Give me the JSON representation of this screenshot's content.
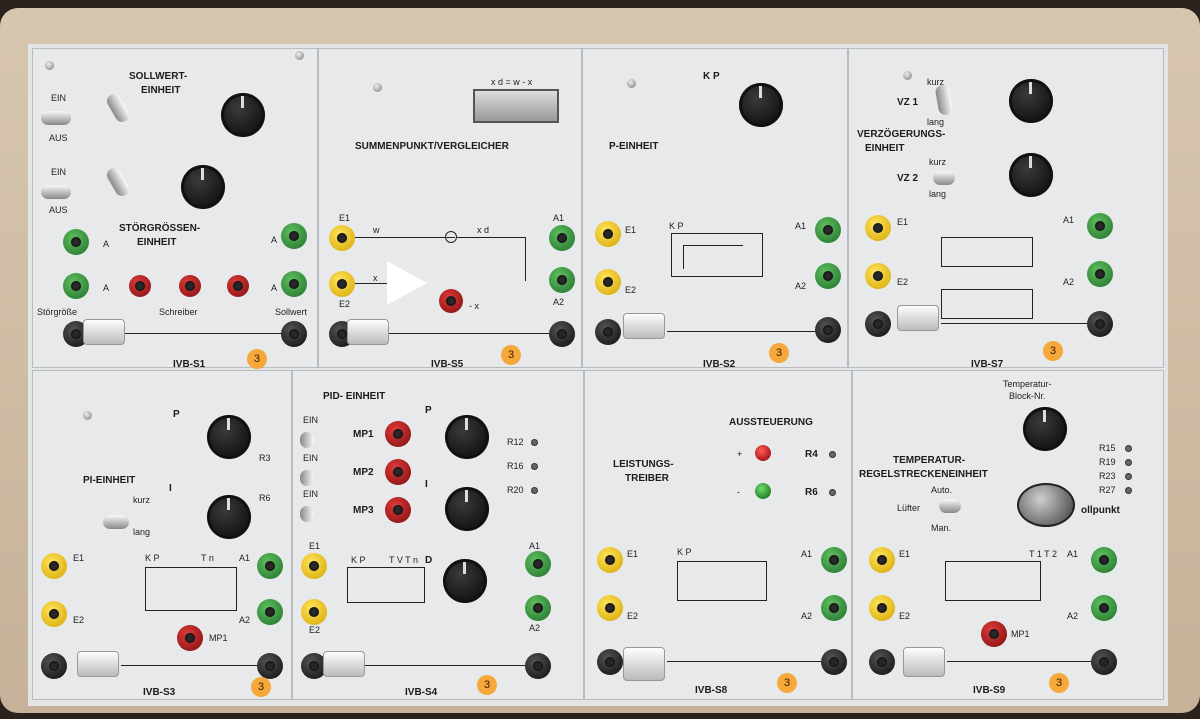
{
  "brand": {
    "module_rating": "3"
  },
  "top": [
    {
      "id": "IVB-S1",
      "title1": "SOLLWERT-",
      "title2": "EINHEIT",
      "ein": "EIN",
      "aus": "AUS",
      "title3": "STÖRGRÖSSEN-",
      "title4": "EINHEIT",
      "a": "A",
      "stoer": "Störgröße",
      "schreiber": "Schreiber",
      "sollwert": "Sollwert"
    },
    {
      "id": "IVB-S5",
      "title": "SUMMENPUNKT/VERGLEICHER",
      "formula": "x d = w - x",
      "e1": "E1",
      "e2": "E2",
      "a1": "A1",
      "a2": "A2",
      "w": "w",
      "x": "x",
      "xd": "x d",
      "mx": "- x"
    },
    {
      "id": "IVB-S2",
      "title": "P-EINHEIT",
      "kp": "K P",
      "e1": "E1",
      "e2": "E2",
      "a1": "A1",
      "a2": "A2"
    },
    {
      "id": "IVB-S7",
      "title1": "VERZÖGERUNGS-",
      "title2": "EINHEIT",
      "vz1": "VZ 1",
      "vz2": "VZ 2",
      "kurz": "kurz",
      "lang": "lang",
      "e1": "E1",
      "e2": "E2",
      "a1": "A1",
      "a2": "A2"
    }
  ],
  "bottom": [
    {
      "id": "IVB-S3",
      "title": "PI-EINHEIT",
      "p": "P",
      "i": "I",
      "r3": "R3",
      "r6": "R6",
      "kurz": "kurz",
      "lang": "lang",
      "kp": "K P",
      "tn": "T n",
      "e1": "E1",
      "e2": "E2",
      "a1": "A1",
      "a2": "A2",
      "mp1": "MP1"
    },
    {
      "id": "IVB-S4",
      "title": "PID- EINHEIT",
      "ein": "EIN",
      "mp1": "MP1",
      "mp2": "MP2",
      "mp3": "MP3",
      "p": "P",
      "i": "I",
      "d": "D",
      "r12": "R12",
      "r16": "R16",
      "r20": "R20",
      "kp": "K P",
      "tvtn": "T V T n",
      "e1": "E1",
      "e2": "E2",
      "a1": "A1",
      "a2": "A2"
    },
    {
      "id": "IVB-S8",
      "title1": "LEISTUNGS-",
      "title2": "TREIBER",
      "aus": "AUSSTEUERUNG",
      "plus": "+",
      "minus": "-",
      "r4": "R4",
      "r6": "R6",
      "kp": "K P",
      "e1": "E1",
      "e2": "E2",
      "a1": "A1",
      "a2": "A2"
    },
    {
      "id": "IVB-S9",
      "title1": "TEMPERATUR-",
      "title2": "REGELSTRECKENEINHEIT",
      "block1": "Temperatur-",
      "block2": "Block-Nr.",
      "r15": "R15",
      "r19": "R19",
      "r23": "R23",
      "r27": "R27",
      "auto": "Auto.",
      "luefter": "Lüfter",
      "man": "Man.",
      "sollpunkt": "ollpunkt",
      "t1t2": "T 1 T 2",
      "e1": "E1",
      "e2": "E2",
      "a1": "A1",
      "a2": "A2",
      "mp1": "MP1"
    }
  ],
  "colors": {
    "yellow": "#f1c40f",
    "green": "#2e8b3a",
    "red": "#b31515",
    "black": "#111111"
  }
}
